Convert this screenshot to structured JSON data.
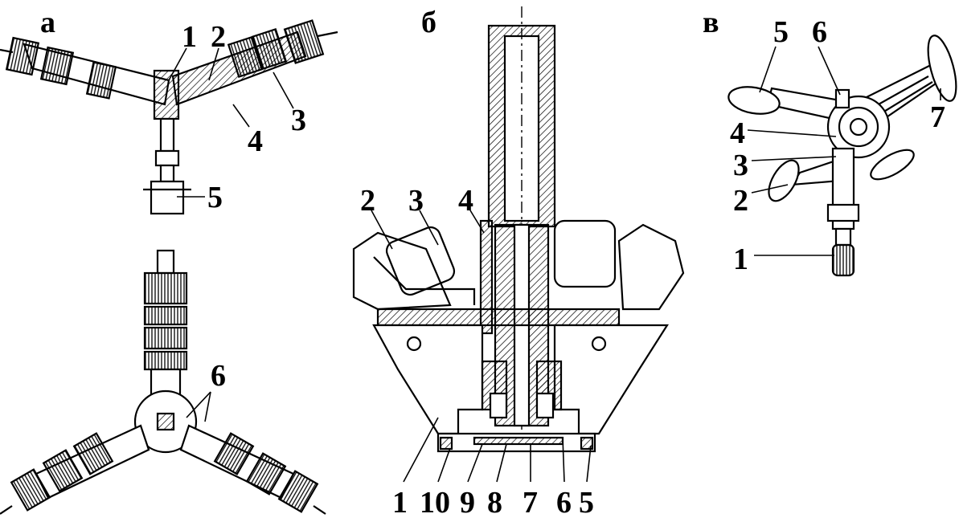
{
  "panels": {
    "a": {
      "label": "а",
      "callouts": [
        "1",
        "2",
        "3",
        "4",
        "5",
        "6"
      ]
    },
    "b": {
      "label": "б",
      "callouts_top": [
        "2",
        "3",
        "4"
      ],
      "callouts_bottom": [
        "1",
        "10",
        "9",
        "8",
        "7",
        "6",
        "5"
      ]
    },
    "c": {
      "label": "в",
      "callouts": [
        "5",
        "6",
        "7",
        "4",
        "3",
        "2",
        "1"
      ]
    }
  },
  "colors": {
    "ink": "#000000",
    "background": "#ffffff"
  }
}
